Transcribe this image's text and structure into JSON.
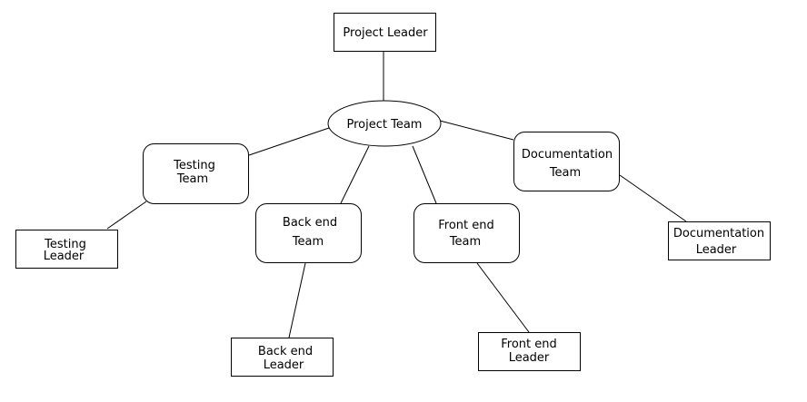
{
  "nodes": {
    "project_leader": {
      "lines": [
        "Project Leader"
      ]
    },
    "project_team": {
      "lines": [
        "Project Team"
      ]
    },
    "testing_team": {
      "lines": [
        "Testing",
        "Team"
      ]
    },
    "backend_team": {
      "lines": [
        "Back end",
        "Team"
      ]
    },
    "frontend_team": {
      "lines": [
        "Front end",
        "Team"
      ]
    },
    "documentation_team": {
      "lines": [
        "Documentation",
        "Team"
      ]
    },
    "testing_leader": {
      "lines": [
        "Testing",
        "Leader"
      ]
    },
    "backend_leader": {
      "lines": [
        "Back end",
        "Leader"
      ]
    },
    "frontend_leader": {
      "lines": [
        "Front end",
        "Leader"
      ]
    },
    "documentation_leader": {
      "lines": [
        "Documentation",
        "Leader"
      ]
    }
  },
  "colors": {
    "stroke": "#000000",
    "background": "#ffffff"
  }
}
